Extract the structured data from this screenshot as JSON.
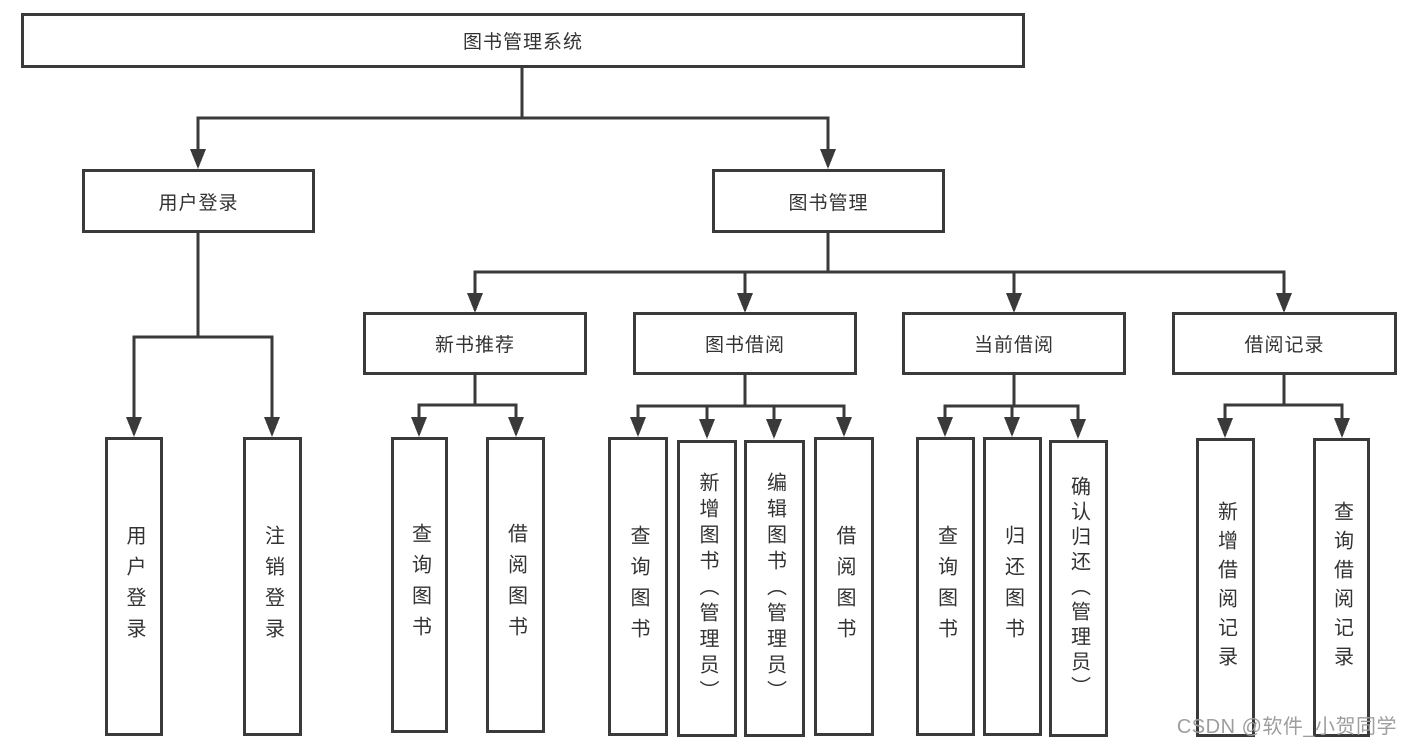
{
  "diagram_title": "图书管理系统",
  "colors": {
    "line": "#3a3a3a",
    "box_border": "#3a3a3a",
    "box_fill": "#ffffff",
    "text": "#333333",
    "watermark": "#9e9e9e",
    "background": "#ffffff"
  },
  "nodes": {
    "root": "图书管理系统",
    "user_login_group": "用户登录",
    "book_management": "图书管理",
    "user_login": "用户登录",
    "logout_login": "注销登录",
    "new_book_recommend": "新书推荐",
    "book_borrowing": "图书借阅",
    "current_borrowing": "当前借阅",
    "borrowing_records": "借阅记录",
    "nb_query_books": "查询图书",
    "nb_borrow_books": "借阅图书",
    "bb_query_books": "查询图书",
    "bb_add_books": "新增图书（管理员）",
    "bb_edit_books": "编辑图书（管理员）",
    "bb_borrow_books": "借阅图书",
    "cb_query_books": "查询图书",
    "cb_return_books": "归还图书",
    "cb_confirm_return": "确认归还（管理员）",
    "br_add_record": "新增借阅记录",
    "br_query_record": "查询借阅记录"
  },
  "watermark": "CSDN @软件_小贺同学"
}
